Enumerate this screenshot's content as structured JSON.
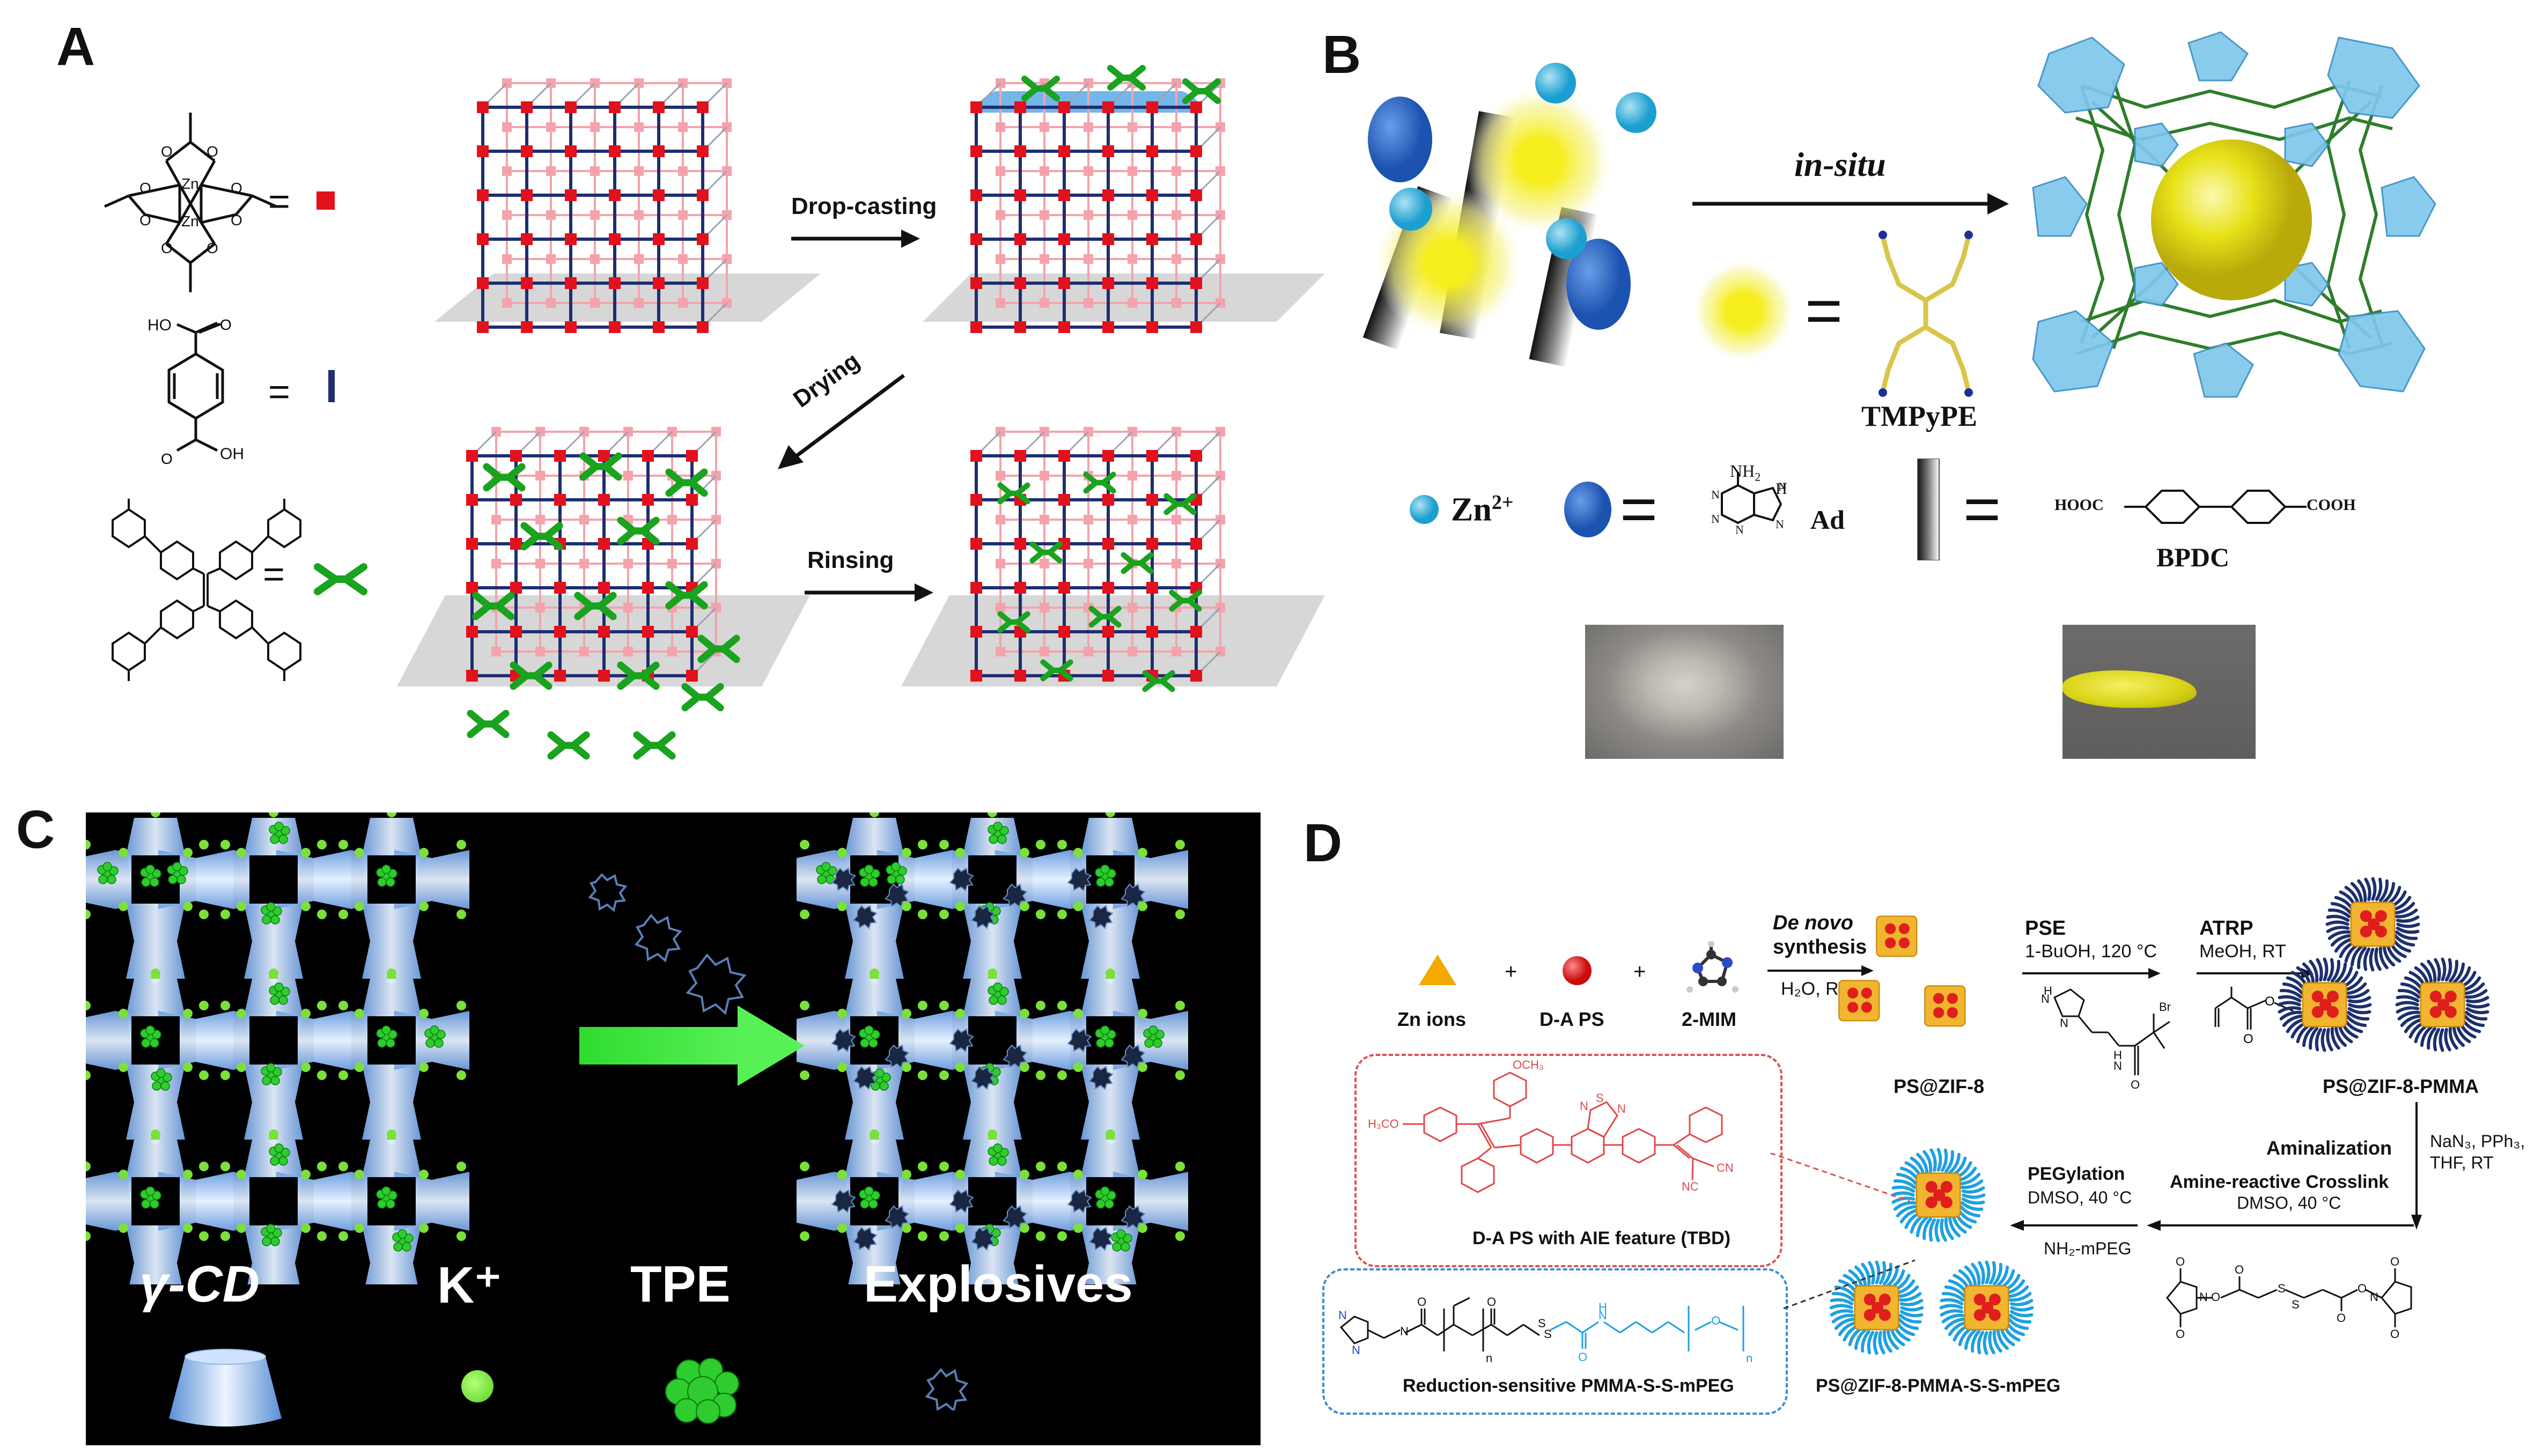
{
  "panels": {
    "a": "A",
    "b": "B",
    "c": "C",
    "d": "D"
  },
  "panelA": {
    "legend_zn_symbol": "=",
    "legend_bdc_symbol": "=",
    "legend_tpe_symbol": "=",
    "bdc_oh1": "HO",
    "bdc_oh2": "OH",
    "zn_label_1": "Zn",
    "zn_label_2": "Zn",
    "step_drop": "Drop-casting",
    "step_dry": "Drying",
    "step_rinse": "Rinsing",
    "colors": {
      "node": "#e3111c",
      "link": "#1d2f6f",
      "pink": "#f4a3ac",
      "tpe": "#19a31e",
      "drop": "#5aa9e6"
    }
  },
  "panelB": {
    "insitu": "in-situ",
    "tmpype": "TMPyPE",
    "zn": "Zn",
    "zn_sup": "2+",
    "ad": "Ad",
    "bpdc": "BPDC",
    "hooc": "HOOC",
    "cooh": "COOH",
    "nh2": "NH",
    "nh2_sub": "2",
    "h": "H",
    "eq1": "=",
    "eq2": "=",
    "eq3": "="
  },
  "panelC": {
    "legend": [
      {
        "label": "γ-CD",
        "icon": "cyclodextrin-icon"
      },
      {
        "label": "K⁺",
        "icon": "potassium-ion-icon"
      },
      {
        "label": "TPE",
        "icon": "tpe-cluster-icon"
      },
      {
        "label": "Explosives",
        "icon": "explosive-icon"
      }
    ]
  },
  "panelD": {
    "zn_ions": "Zn ions",
    "da_ps": "D-A PS",
    "mim": "2-MIM",
    "plus1": "+",
    "plus2": "+",
    "denovo_1": "De novo",
    "denovo_2": "synthesis",
    "denovo_3": "H₂O, RT",
    "pse_1": "PSE",
    "pse_2": "1-BuOH, 120 °C",
    "atrp_1": "ATRP",
    "atrp_2": "MeOH, RT",
    "ps_zif8": "PS@ZIF-8",
    "ps_zif8_pmma": "PS@ZIF-8-PMMA",
    "amin_1": "Aminalization",
    "amin_2": "NaN₃, PPh₃,",
    "amin_3": "THF, RT",
    "cross_1": "Amine-reactive Crosslink",
    "cross_2": "DMSO, 40 °C",
    "peg_1": "PEGylation",
    "peg_2": "DMSO, 40 °C",
    "peg_3": "NH₂-mPEG",
    "och3": "OCH₃",
    "h3co": "H₃CO",
    "nc": "NC",
    "cn": "CN",
    "s": "S",
    "n1": "N",
    "n2": "N",
    "da_caption": "D-A PS with AIE feature (TBD)",
    "pmma_caption": "Reduction-sensitive PMMA-S-S-mPEG",
    "final_caption": "PS@ZIF-8-PMMA-S-S-mPEG",
    "br": "Br",
    "colors": {
      "zn": "#f2a900",
      "ps": "#e01e1e",
      "core": "#f1b530",
      "shell": "#1ea0e0",
      "red_box": "#e05050",
      "blue_box": "#3a8ed6"
    }
  }
}
